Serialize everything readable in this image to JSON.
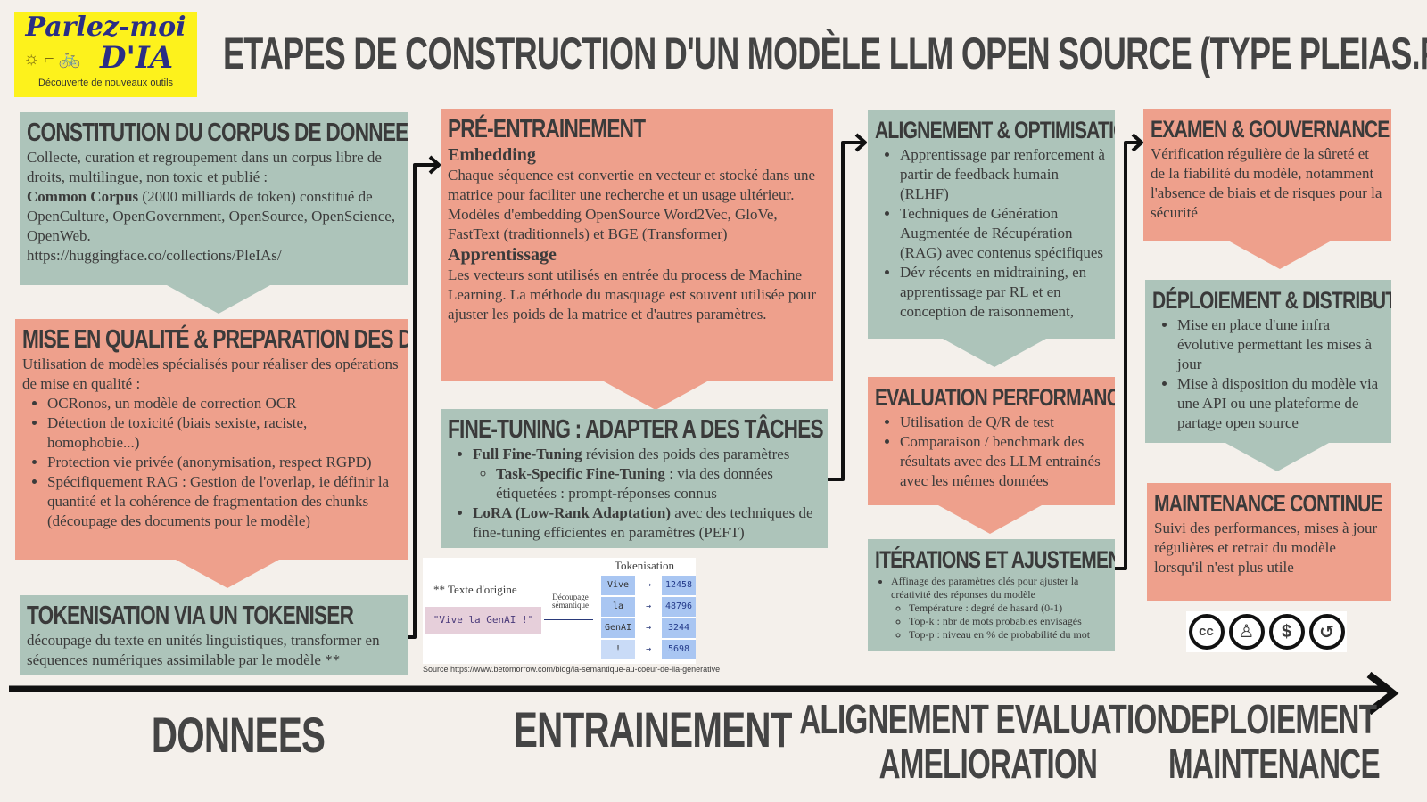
{
  "logo": {
    "line1": "Parlez-moi",
    "line2": "D'IA",
    "tagline": "Découverte de nouveaux outils"
  },
  "title": "ETAPES DE CONSTRUCTION D'UN MODÈLE LLM OPEN SOURCE (TYPE PLEIAS.FR)",
  "corpus": {
    "title": "CONSTITUTION DU CORPUS DE DONNEES",
    "p1": "Collecte, curation et regroupement dans un corpus libre de droits, multilingue, non toxic et publié :",
    "bold": "Common Corpus",
    "p2": " (2000 milliards de token) constitué de OpenCulture, OpenGovernment, OpenSource, OpenScience, OpenWeb.",
    "url": "https://huggingface.co/collections/PleIAs/"
  },
  "qualite": {
    "title": "MISE EN QUALITÉ & PREPARATION DES DONNÉES",
    "intro": "Utilisation de modèles spécialisés pour réaliser des opérations de mise en qualité :",
    "items": [
      "OCRonos, un modèle de correction OCR",
      "Détection de toxicité (biais sexiste, raciste, homophobie...)",
      "Protection vie privée (anonymisation, respect RGPD)",
      "Spécifiquement RAG : Gestion de l'overlap, ie définir la quantité et la cohérence de fragmentation des chunks (découpage des documents pour le modèle)"
    ]
  },
  "tokenise": {
    "title": "TOKENISATION VIA UN TOKENISER",
    "text": "découpage du texte en unités linguistiques, transformer en séquences numériques assimilable par le modèle **"
  },
  "pre": {
    "title": "PRÉ-ENTRAINEMENT",
    "sub1": "Embedding",
    "p1": "Chaque séquence est convertie en vecteur et stocké dans une matrice pour faciliter une recherche et un usage ultérieur.",
    "p2": "Modèles d'embedding OpenSource Word2Vec, GloVe, FastText (traditionnels) et BGE (Transformer)",
    "sub2": "Apprentissage",
    "p3": "Les vecteurs sont utilisés en entrée du process de Machine Learning. La méthode du masquage est souvent utilisée pour ajuster les poids de la matrice et d'autres paramètres."
  },
  "finetune": {
    "title": "FINE-TUNING : ADAPTER A DES TÂCHES SPÉCIFIQUES",
    "i1b": "Full Fine-Tuning",
    "i1": " révision des poids des paramètres",
    "i2b": "Task-Specific Fine-Tuning",
    "i2": " : via des données étiquetées : prompt-réponses connus",
    "i3b": "LoRA (Low-Rank Adaptation)",
    "i3": " avec des techniques de fine-tuning efficientes en paramètres (PEFT)"
  },
  "tokimg": {
    "title": "Tokenisation",
    "origin": "** Texte d'origine",
    "input": "\"Vive la GenAI !\"",
    "split": "Découpage sémantique",
    "tokens": [
      "Vive",
      "la",
      "GenAI",
      "!"
    ],
    "ids": [
      "12458",
      "48796",
      "3244",
      "5698"
    ],
    "source": "Source https://www.betomorrow.com/blog/la-semantique-au-coeur-de-lia-generative"
  },
  "align": {
    "title": "ALIGNEMENT & OPTIMISATION",
    "items": [
      "Apprentissage par renforcement à partir de feedback humain (RLHF)",
      "Techniques de Génération Augmentée de Récupération (RAG) avec contenus spécifiques",
      "Dév récents en midtraining, en apprentissage par RL et en conception de raisonnement,"
    ]
  },
  "eval": {
    "title": "EVALUATION PERFORMANCES",
    "items": [
      "Utilisation de Q/R de test",
      "Comparaison / benchmark des résultats avec des LLM entrainés avec les mêmes données"
    ]
  },
  "iter": {
    "title": "ITÉRATIONS ET AJUSTEMENTS",
    "item": "Affinage des paramètres clés pour ajuster la créativité des réponses du modèle",
    "subs": [
      "Température : degré de hasard (0-1)",
      "Top-k : nbr de mots probables envisagés",
      "Top-p : niveau en % de probabilité du mot"
    ]
  },
  "examen": {
    "title": "EXAMEN & GOUVERNANCE",
    "text": "Vérification régulière de la sûreté et de la fiabilité du modèle, notamment l'absence de biais et de risques pour la sécurité"
  },
  "deploy": {
    "title": "DÉPLOIEMENT & DISTRIBUTION",
    "items": [
      "Mise en place d'une infra évolutive permettant les mises à jour",
      "Mise à disposition du modèle via une API ou une plateforme de partage open source"
    ]
  },
  "maint": {
    "title": "MAINTENANCE CONTINUE",
    "text": "Suivi des performances, mises à jour régulières et retrait du modèle lorsqu'il n'est plus utile"
  },
  "license": {
    "cc": "cc"
  },
  "phases": {
    "p1": "DONNEES",
    "p2": "ENTRAINEMENT",
    "p3a": "ALIGNEMENT EVALUATION",
    "p3b": "AMELIORATION",
    "p4a": "DEPLOIEMENT",
    "p4b": "MAINTENANCE"
  }
}
